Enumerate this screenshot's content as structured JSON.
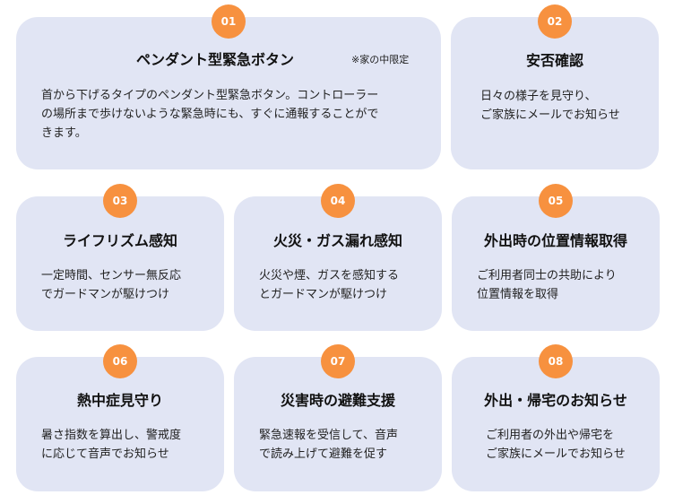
{
  "cards": [
    {
      "number": "01",
      "title": "ペンダント型緊急ボタン",
      "note": "※家の中限定",
      "lines": [
        "首から下げるタイプのペンダント型緊急ボタン。コントローラー",
        "の場所まで歩けないような緊急時にも、すぐに通報することがで",
        "きます。"
      ]
    },
    {
      "number": "02",
      "title": "安否確認",
      "lines": [
        "日々の様子を見守り、",
        "ご家族にメールでお知らせ"
      ]
    },
    {
      "number": "03",
      "title": "ライフリズム感知",
      "lines": [
        "一定時間、センサー無反応",
        "でガードマンが駆けつけ"
      ]
    },
    {
      "number": "04",
      "title": "火災・ガス漏れ感知",
      "lines": [
        "火災や煙、ガスを感知する",
        "とガードマンが駆けつけ"
      ]
    },
    {
      "number": "05",
      "title": "外出時の位置情報取得",
      "lines": [
        "ご利用者同士の共助により",
        "位置情報を取得"
      ]
    },
    {
      "number": "06",
      "title": "熱中症見守り",
      "lines": [
        "暑さ指数を算出し、警戒度",
        "に応じて音声でお知らせ"
      ]
    },
    {
      "number": "07",
      "title": "災害時の避難支援",
      "lines": [
        "緊急速報を受信して、音声",
        "で読み上げて避難を促す"
      ]
    },
    {
      "number": "08",
      "title": "外出・帰宅のお知らせ",
      "lines": [
        "ご利用者の外出や帰宅を",
        "ご家族にメールでお知らせ"
      ]
    }
  ],
  "colors": {
    "card_bg": "#e1e5f4",
    "badge": "#f7913f"
  }
}
